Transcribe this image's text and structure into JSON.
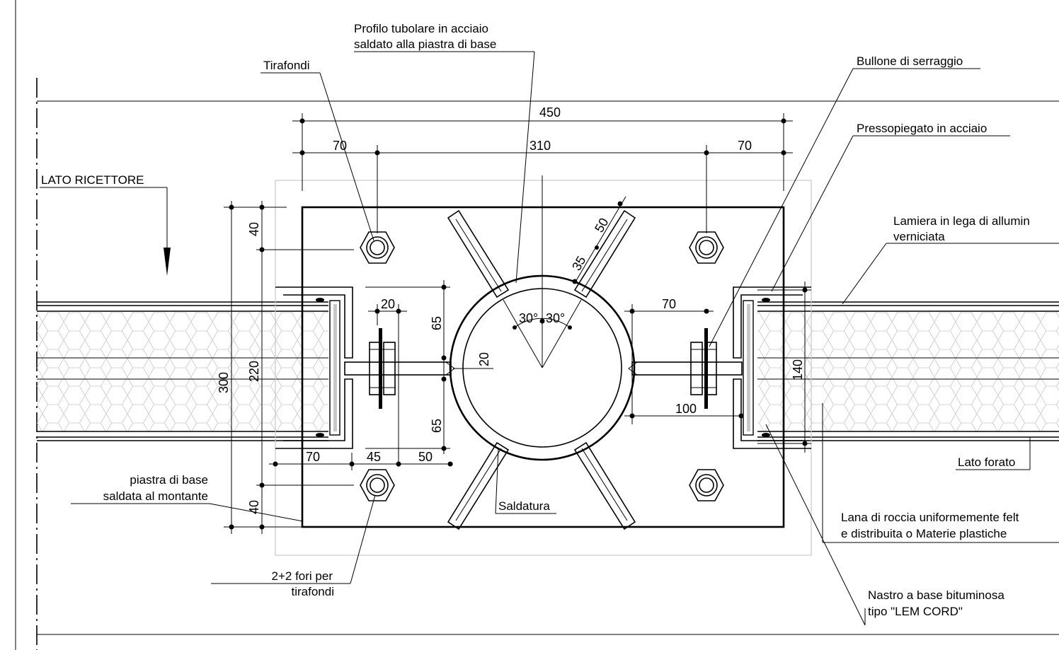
{
  "labels": {
    "profilo_line1": "Profilo tubolare in acciaio",
    "profilo_line2": "saldato alla piastra di base",
    "tirafondi": "Tirafondi",
    "bullone": "Bullone di serraggio",
    "pressopiegato": "Pressopiegato in acciaio",
    "lamiera_line1": "Lamiera in lega di allumin",
    "lamiera_line2": "verniciata",
    "lato_ricettore": "LATO RICETTORE",
    "lato_forato": "Lato forato",
    "piastra_line1": "piastra di base",
    "piastra_line2": "saldata al montante",
    "saldatura": "Saldatura",
    "lana_line1": "Lana di roccia uniformemente felt",
    "lana_line2": "e distribuita o Materie plastiche",
    "fori_line1": "2+2 fori per",
    "fori_line2": "tirafondi",
    "nastro_line1": "Nastro a base bituminosa",
    "nastro_line2": "tipo \"LEM CORD\""
  },
  "dimensions": {
    "total_width": "450",
    "left_edge": "70",
    "center_span": "310",
    "right_edge": "70",
    "height_total": "300",
    "height_inner": "220",
    "top_edge": "40",
    "bottom_edge": "40",
    "rib_35": "35",
    "rib_50": "50",
    "bolt_20": "20",
    "upper_65": "65",
    "lower_65": "65",
    "angle_left": "30°",
    "angle_right": "30°",
    "plate_20": "20",
    "right_70": "70",
    "right_100": "100",
    "panel_140": "140",
    "bottom_70": "70",
    "bottom_45": "45",
    "bottom_50": "50"
  }
}
